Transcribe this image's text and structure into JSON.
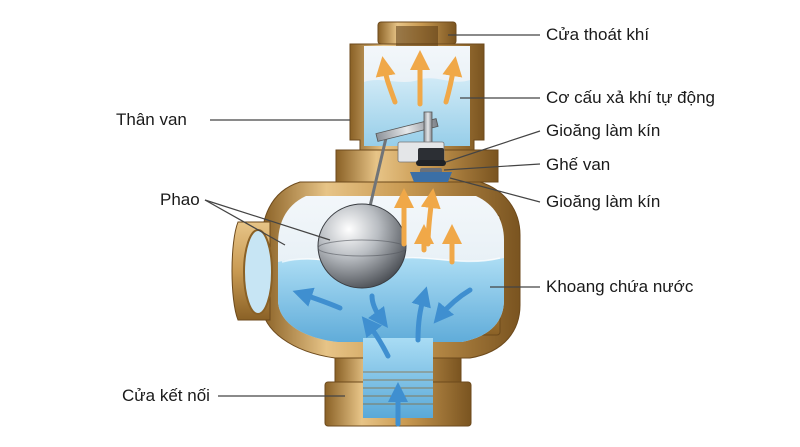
{
  "diagram": {
    "labels": {
      "air_outlet": "Cửa thoát khí",
      "auto_vent_mechanism": "Cơ cấu xả khí tự động",
      "valve_body": "Thân van",
      "seal_top": "Gioăng làm kín",
      "valve_seat": "Ghế van",
      "float": "Phao",
      "seal_bottom": "Gioăng làm kín",
      "water_chamber": "Khoang chứa nước",
      "connection_port": "Cửa kết nối"
    },
    "colors": {
      "brass": "#c99a52",
      "brass_dark": "#8a6126",
      "water": "#7ec3e6",
      "air_arrow": "#f0a848",
      "water_arrow": "#3f8fd0",
      "leader": "#444444"
    }
  }
}
